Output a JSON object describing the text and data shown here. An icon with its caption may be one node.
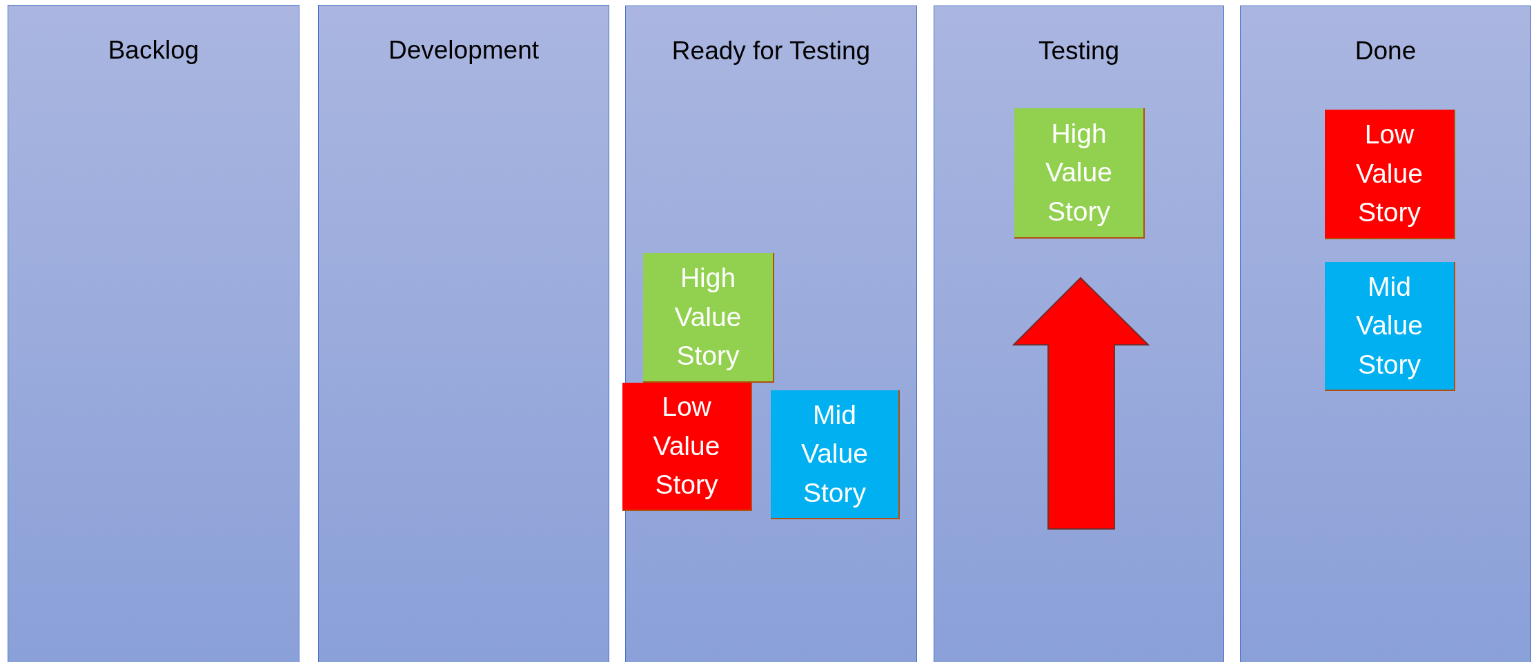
{
  "diagram": {
    "nodes": [
      {
        "text": [
          "Backlog"
        ]
      },
      {
        "text": [
          "Development"
        ]
      },
      {
        "text": [
          "Ready for Testing"
        ]
      },
      {
        "text": [
          "High Value Story"
        ],
        "in": 2
      },
      {
        "text": [
          "Low Value Story"
        ],
        "in": 2
      },
      {
        "text": [
          "Mid Value Story"
        ],
        "in": 2
      },
      {
        "text": [
          "Testing"
        ]
      },
      {
        "text": [
          "High Value Story"
        ],
        "in": 6
      },
      {
        "text": [
          "Done"
        ]
      },
      {
        "text": [
          "Low Value Story"
        ],
        "in": 8
      },
      {
        "text": [
          "Mid Value Story"
        ],
        "in": 8
      }
    ]
  }
}
